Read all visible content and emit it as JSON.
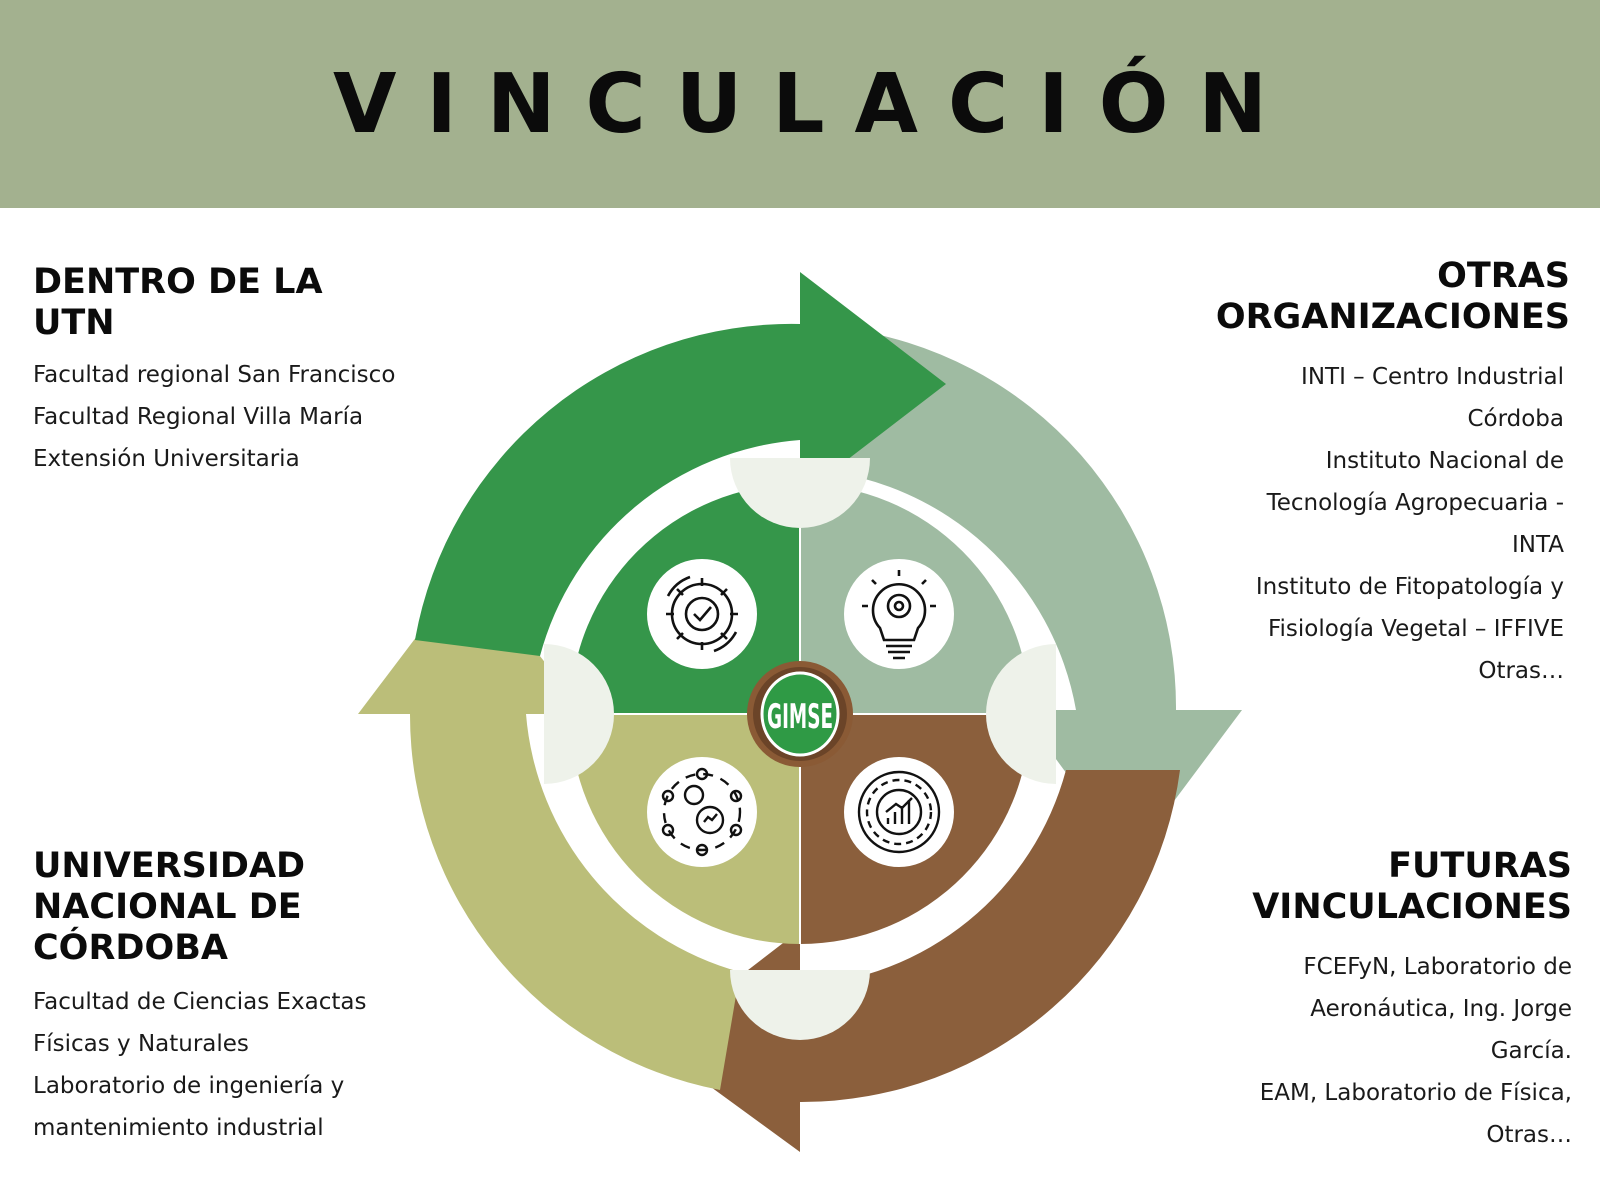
{
  "title": "VINCULACIÓN",
  "colors": {
    "header_bg": "#a3b18f",
    "dark_green": "#35964a",
    "sage": "#9fbba2",
    "olive": "#bbbe79",
    "brown": "#8b5f3c",
    "connector": "#eef2ea"
  },
  "sections": {
    "top_left": {
      "heading_lines": [
        "DENTRO DE LA",
        "UTN"
      ],
      "items": [
        "Facultad regional San Francisco",
        "Facultad Regional Villa María",
        "Extensión Universitaria"
      ]
    },
    "top_right": {
      "heading_lines": [
        "OTRAS",
        "ORGANIZACIONES"
      ],
      "items": [
        "INTI – Centro Industrial",
        "Córdoba",
        "Instituto Nacional de",
        "Tecnología Agropecuaria -",
        "INTA",
        "Instituto de Fitopatología y",
        "Fisiología Vegetal – IFFIVE",
        "Otras…"
      ]
    },
    "bottom_left": {
      "heading_lines": [
        "UNIVERSIDAD",
        "NACIONAL DE",
        "CÓRDOBA"
      ],
      "items": [
        "Facultad de Ciencias Exactas",
        "Físicas y Naturales",
        "Laboratorio de ingeniería y",
        "mantenimiento industrial"
      ]
    },
    "bottom_right": {
      "heading_lines": [
        "FUTURAS",
        "VINCULACIONES"
      ],
      "items": [
        "FCEFyN, Laboratorio de",
        "Aeronáutica, Ing. Jorge",
        "García.",
        "EAM, Laboratorio de Física,",
        "Otras…"
      ]
    }
  },
  "center_logo": {
    "text": "GIMSE"
  },
  "icons": [
    "gear-check-icon",
    "lightbulb-gear-icon",
    "network-gears-icon",
    "gear-growth-chart-icon"
  ]
}
